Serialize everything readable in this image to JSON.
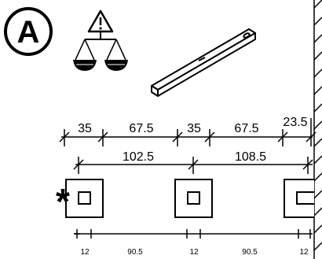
{
  "step_letter": "A",
  "dimensions_top": [
    "35",
    "67.5",
    "35",
    "67.5",
    "23.5"
  ],
  "dimensions_middle": [
    "102.5",
    "108.5"
  ],
  "dimensions_bottom": [
    "12",
    "90.5",
    "12",
    "90.5",
    "12"
  ],
  "mark": "*",
  "icons": [
    "warning-icon",
    "balance-scale-icon",
    "spirit-level-icon"
  ]
}
